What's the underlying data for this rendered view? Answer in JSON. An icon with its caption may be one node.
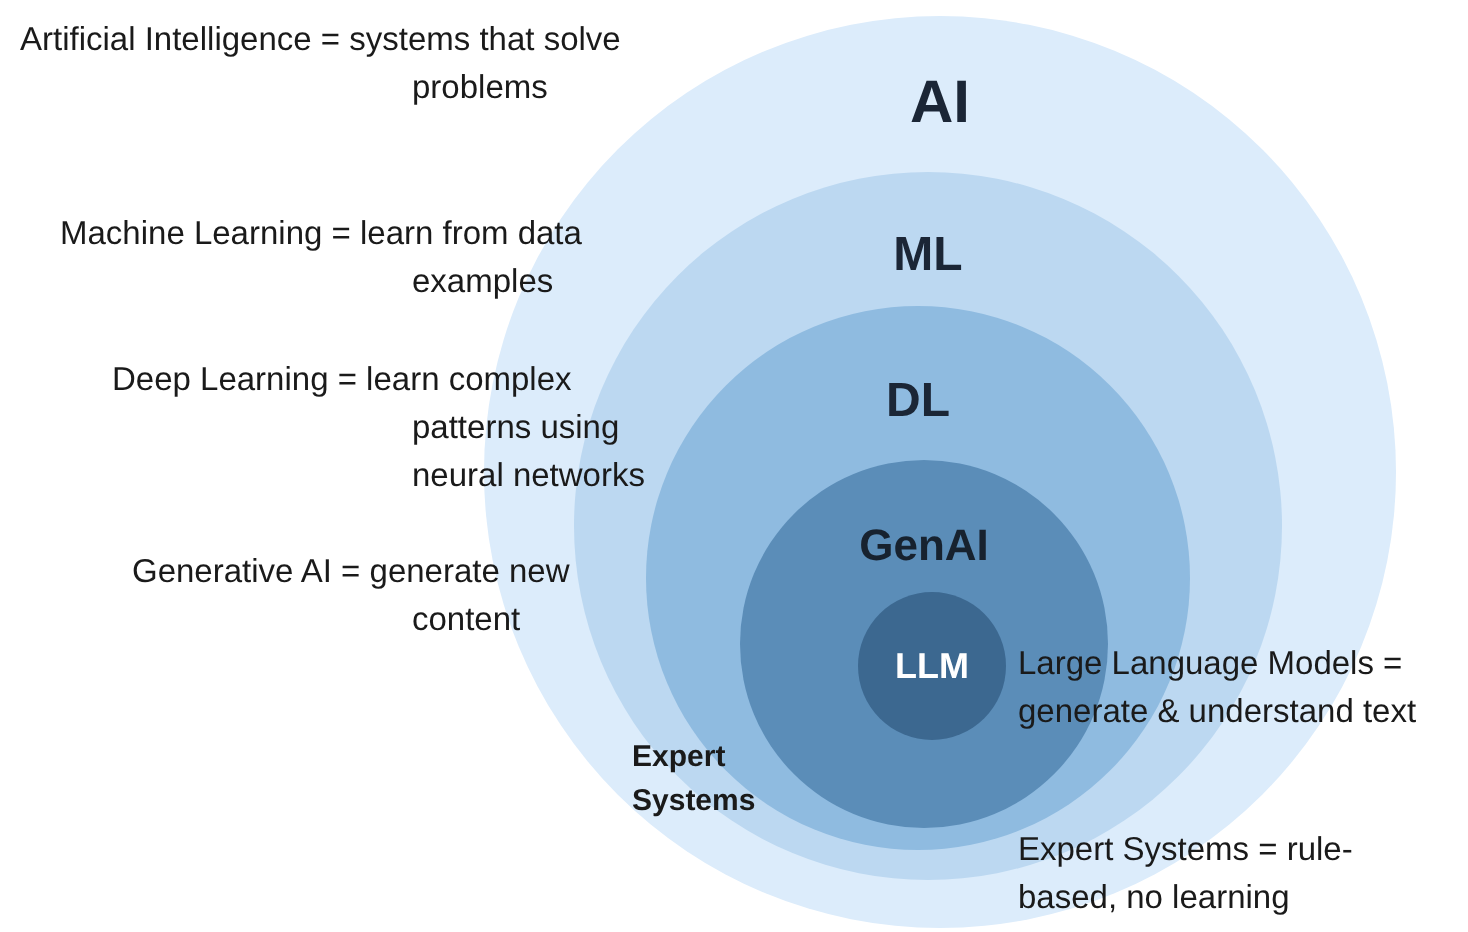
{
  "diagram": {
    "nodes": [
      {
        "text": [
          "AI"
        ]
      },
      {
        "text": [
          "ML"
        ],
        "in": 0
      },
      {
        "text": [
          "DL"
        ],
        "in": 1
      },
      {
        "text": [
          "GenAI"
        ],
        "in": 2
      },
      {
        "text": [
          "LLM"
        ],
        "in": 3
      }
    ],
    "labels": [
      "Artificial Intelligence = systems that solve problems",
      "Machine Learning = learn from data examples",
      "Deep Learning = learn complex patterns using neural networks",
      "Generative AI = generate new content",
      "Large Language Models = generate & understand text",
      "Expert Systems",
      "Expert Systems = rule-based, no learning"
    ]
  }
}
